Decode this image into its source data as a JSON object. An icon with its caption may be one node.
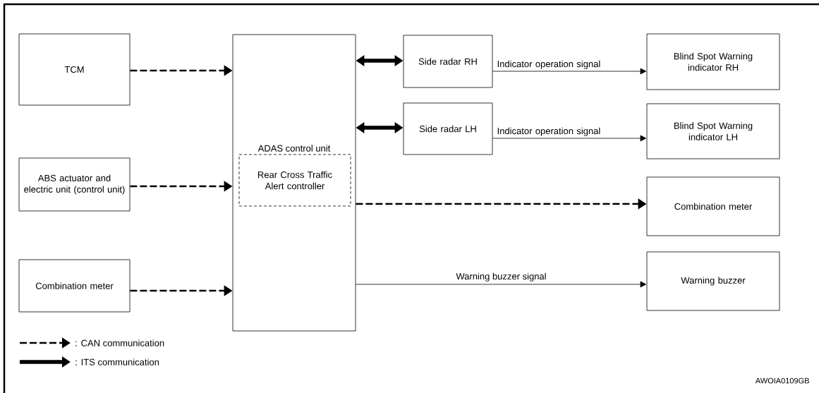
{
  "diagram": {
    "nodes": [
      {
        "text": [
          "TCM"
        ]
      },
      {
        "text": [
          "ABS actuator and electric unit (control unit)"
        ]
      },
      {
        "text": [
          "Combination meter"
        ]
      },
      {
        "text": [
          "ADAS control unit"
        ]
      },
      {
        "text": [
          "Rear Cross Traffic Alert controller"
        ],
        "in": 3
      },
      {
        "text": [
          "Side radar RH"
        ]
      },
      {
        "text": [
          "Side radar LH"
        ]
      },
      {
        "text": [
          "Blind Spot Warning indicator RH"
        ]
      },
      {
        "text": [
          "Blind Spot Warning indicator LH"
        ]
      },
      {
        "text": [
          "Combination meter"
        ]
      },
      {
        "text": [
          "Warning buzzer"
        ]
      }
    ],
    "edges": [
      {
        "from": 0,
        "to": 3,
        "arrow": "to",
        "style": "dashed"
      },
      {
        "from": 1,
        "to": 3,
        "arrow": "to",
        "style": "dashed"
      },
      {
        "from": 2,
        "to": 3,
        "arrow": "to",
        "style": "dashed"
      },
      {
        "from": 3,
        "to": 5,
        "arrow": "both",
        "style": "thick"
      },
      {
        "from": 3,
        "to": 6,
        "arrow": "both",
        "style": "thick"
      },
      {
        "from": 5,
        "to": 7,
        "arrow": "to",
        "label": "Indicator operation signal"
      },
      {
        "from": 6,
        "to": 8,
        "arrow": "to",
        "label": "Indicator operation signal"
      },
      {
        "from": 3,
        "to": 9,
        "arrow": "to",
        "style": "dashed"
      },
      {
        "from": 3,
        "to": 10,
        "arrow": "to",
        "label": "Warning buzzer signal"
      }
    ],
    "labels": [
      "AWOIA0109GB"
    ],
    "legend": [
      {
        "text": ": CAN communication"
      },
      {
        "text": ": ITS communication"
      }
    ]
  }
}
